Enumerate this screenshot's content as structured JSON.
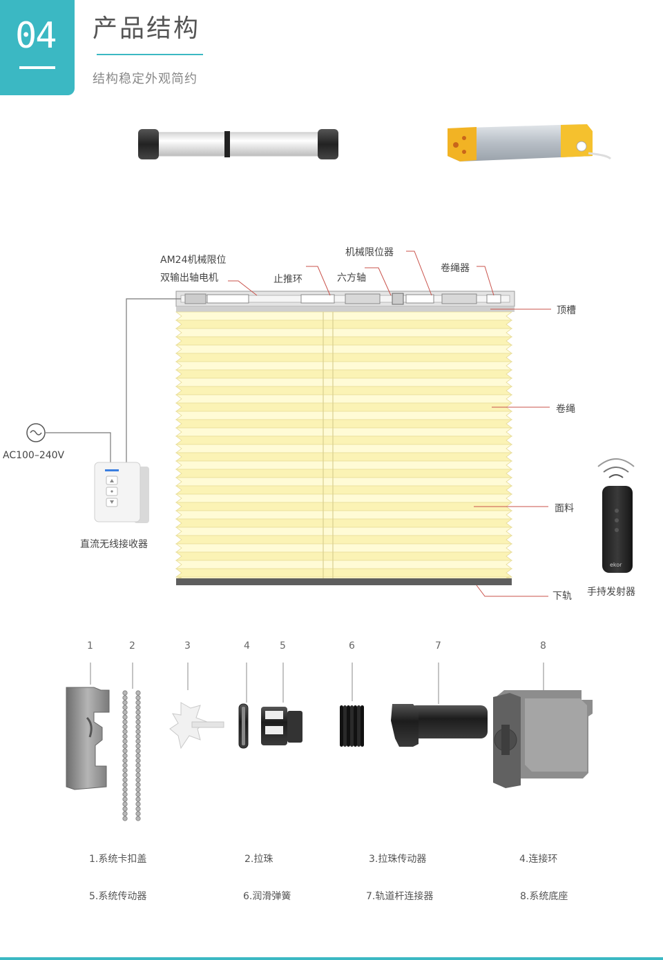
{
  "section": {
    "number": "04",
    "title": "产品结构",
    "subtitle": "结构稳定外观简约"
  },
  "diagram_labels": {
    "motor": [
      "AM24机械限位",
      "双输出轴电机"
    ],
    "stop_ring": "止推环",
    "hex_shaft": "六方轴",
    "mech_limiter": "机械限位器",
    "cord_reel": "卷绳器",
    "top_rail": "顶槽",
    "cord": "卷绳",
    "fabric": "面料",
    "bottom_rail": "下轨",
    "power": "AC100–240V",
    "receiver": "直流无线接收器",
    "remote": "手持发射器",
    "brand": "ekor"
  },
  "part_numbers": [
    "1",
    "2",
    "3",
    "4",
    "5",
    "6",
    "7",
    "8"
  ],
  "part_names": [
    "1.系统卡扣盖",
    "2.拉珠",
    "3.拉珠传动器",
    "4.连接环",
    "5.系统传动器",
    "6.润滑弹簧",
    "7.轨道杆连接器",
    "8.系统底座"
  ],
  "colors": {
    "accent": "#3bb8c3",
    "fabric": "#fbf3b5",
    "fabric_shadow": "#e8dd98",
    "leader": "#c9514a"
  }
}
